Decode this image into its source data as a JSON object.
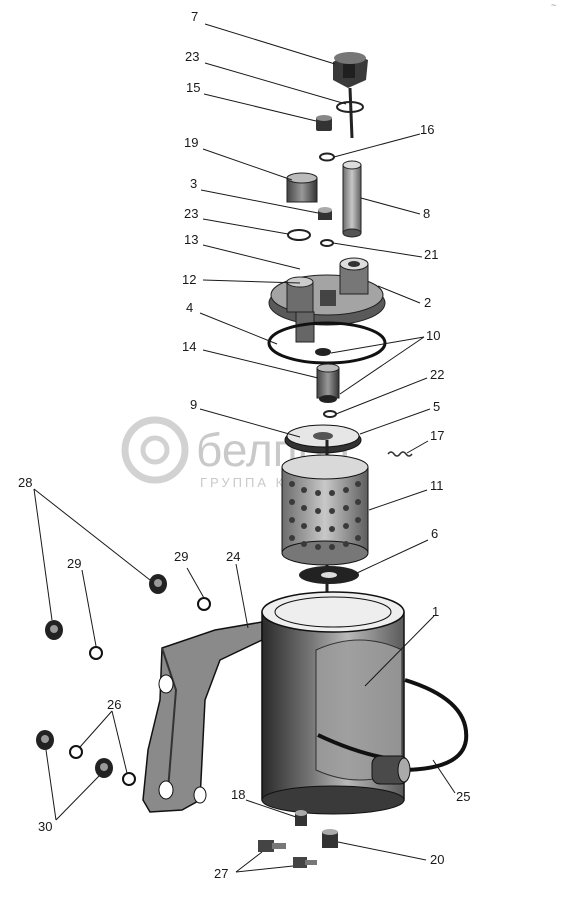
{
  "watermark": {
    "brand": "белпро",
    "tagline": "ГРУППА КО"
  },
  "callouts": {
    "c7": "7",
    "c23a": "23",
    "c15": "15",
    "c16": "16",
    "c19": "19",
    "c3": "3",
    "c8": "8",
    "c23b": "23",
    "c21": "21",
    "c13": "13",
    "c12": "12",
    "c2": "2",
    "c4": "4",
    "c10": "10",
    "c14": "14",
    "c22": "22",
    "c9": "9",
    "c5": "5",
    "c17": "17",
    "c11": "11",
    "c28": "28",
    "c29a": "29",
    "c24": "24",
    "c29b": "29",
    "c6": "6",
    "c1": "1",
    "c26": "26",
    "c25": "25",
    "c30": "30",
    "c18": "18",
    "c20": "20",
    "c27": "27"
  },
  "corner_mark": "~"
}
